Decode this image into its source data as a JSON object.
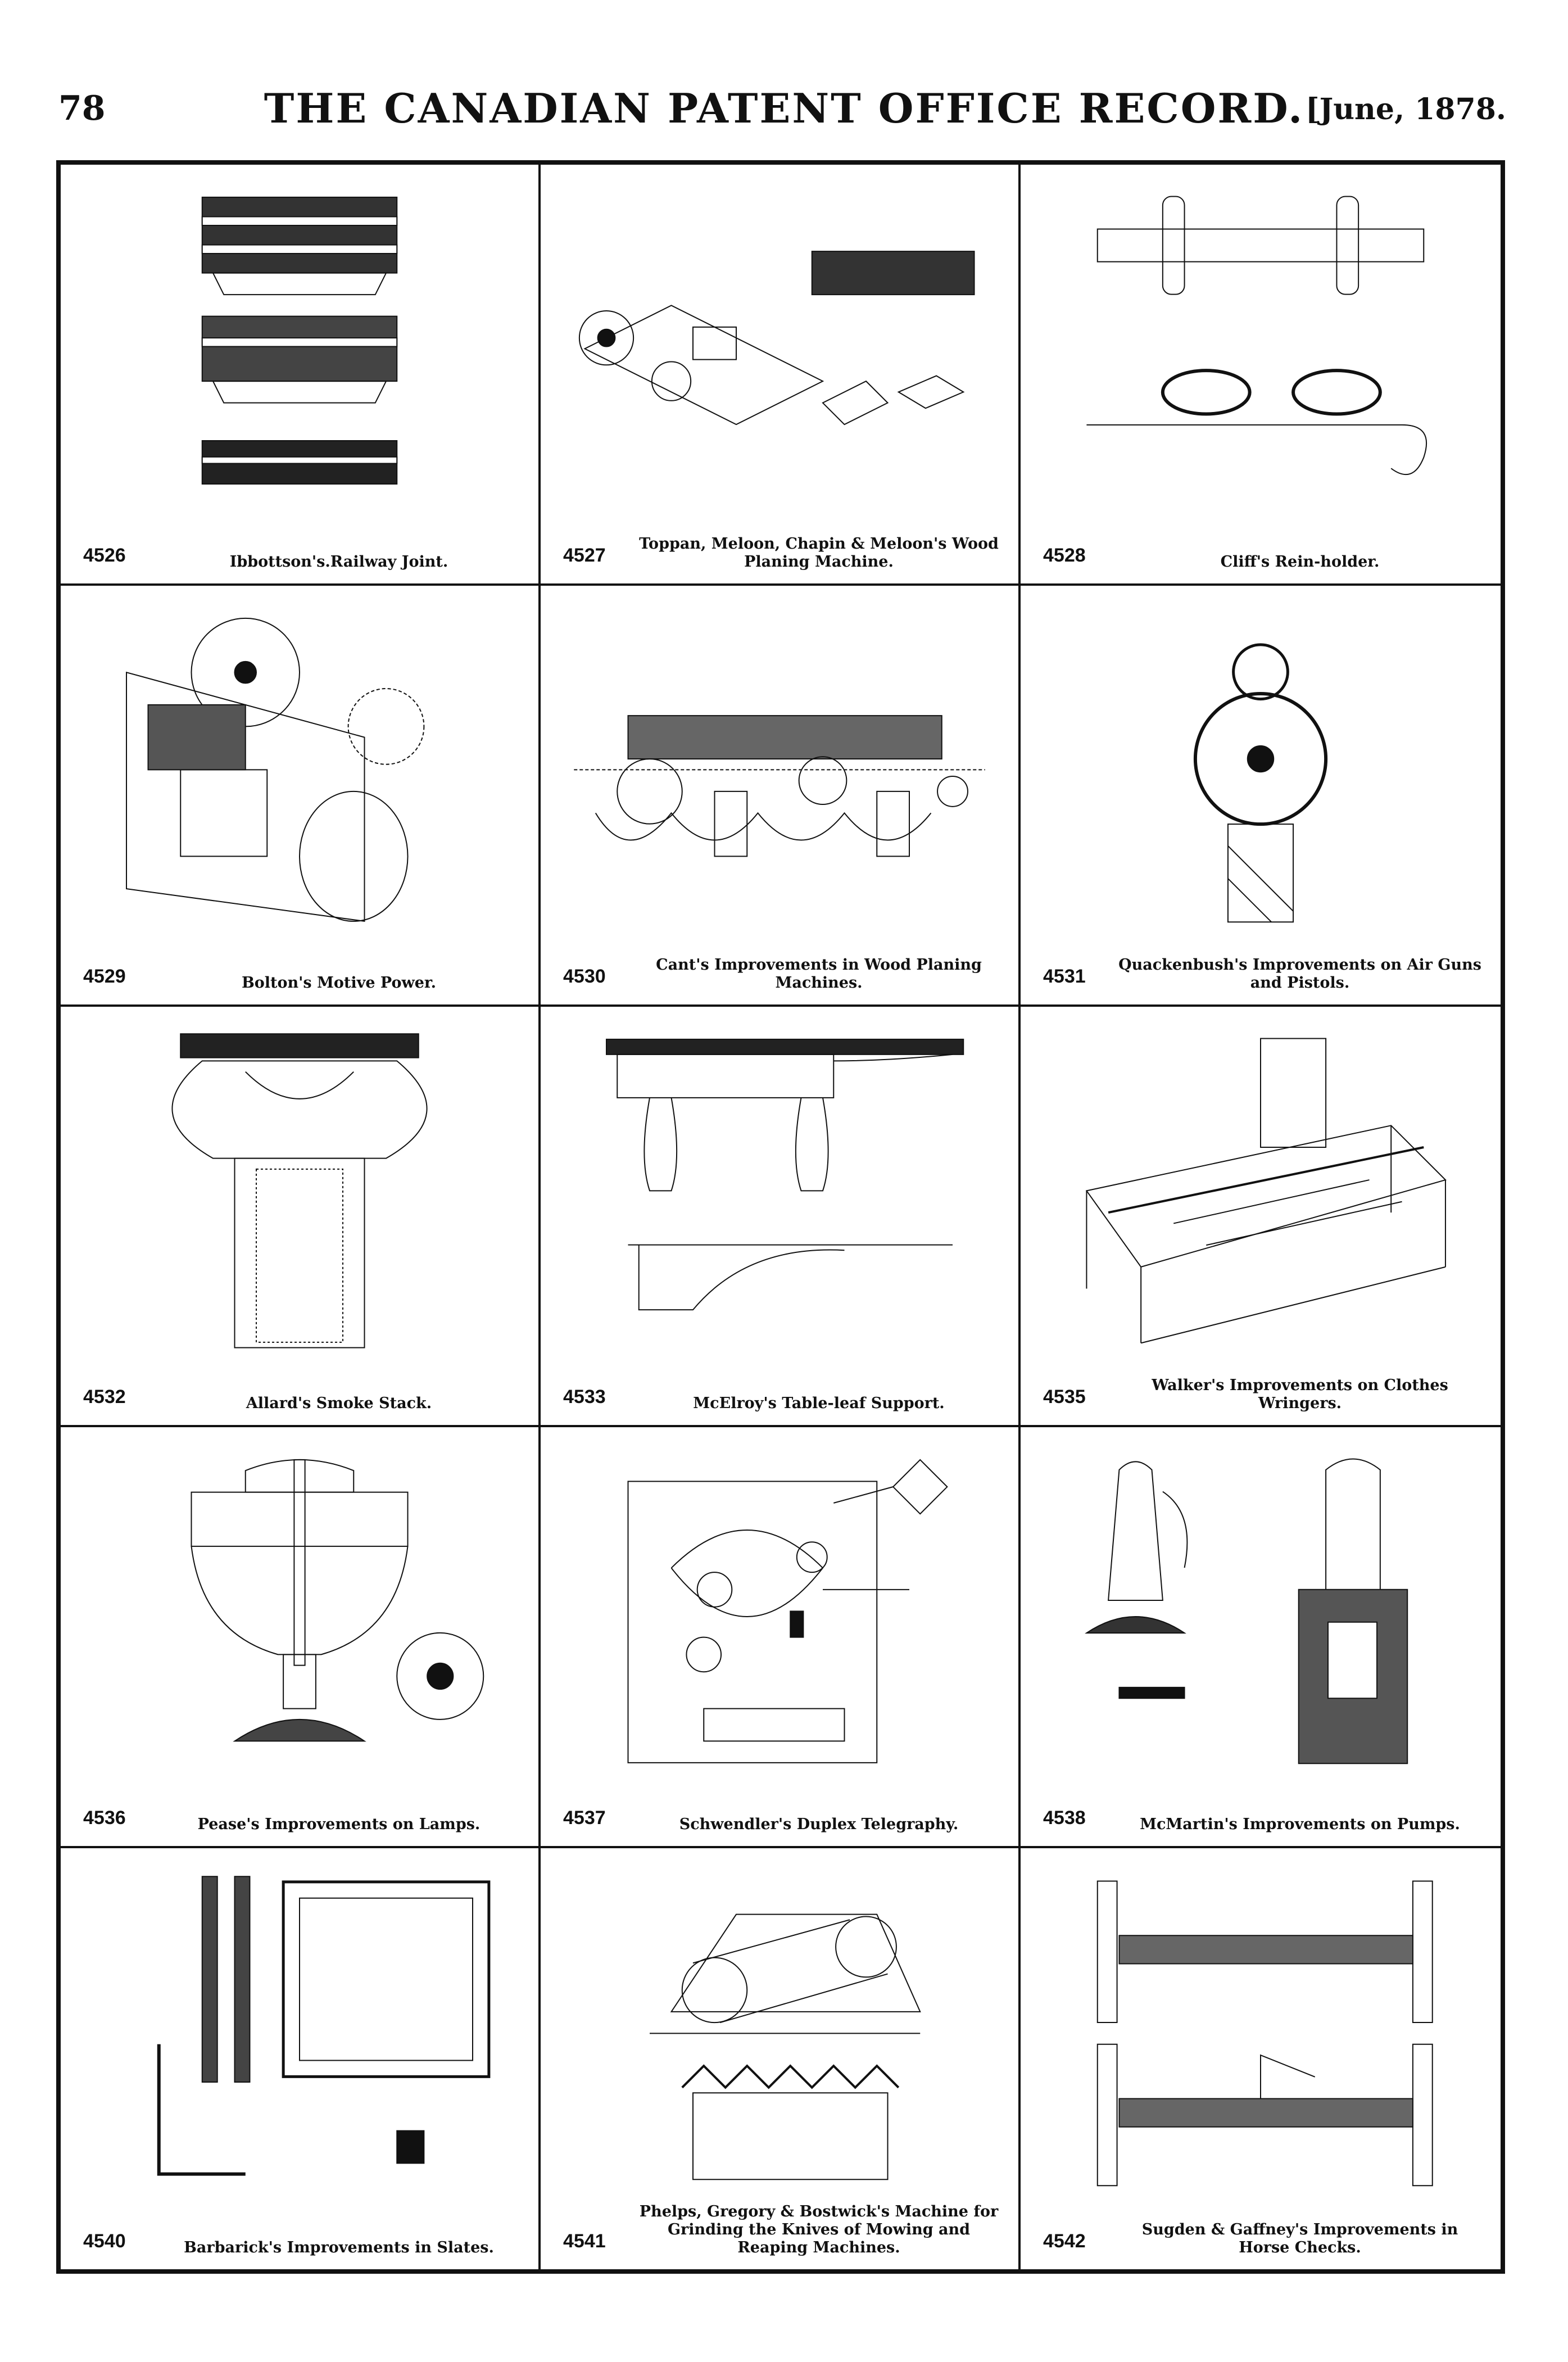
{
  "header": {
    "page_number": "78",
    "title": "THE CANADIAN PATENT OFFICE RECORD.",
    "date": "[June, 1878."
  },
  "patents": [
    {
      "number": "4526",
      "caption": "Ibbottson's.Railway Joint.",
      "icon": "railway-joint-drawing"
    },
    {
      "number": "4527",
      "caption": "Toppan, Meloon, Chapin & Meloon's Wood Planing Machine.",
      "icon": "planing-machine-drawing"
    },
    {
      "number": "4528",
      "caption": "Cliff's Rein-holder.",
      "icon": "rein-holder-drawing"
    },
    {
      "number": "4529",
      "caption": "Bolton's Motive Power.",
      "icon": "motive-power-drawing"
    },
    {
      "number": "4530",
      "caption": "Cant's Improvements in Wood Planing Machines.",
      "icon": "wood-planing-drawing"
    },
    {
      "number": "4531",
      "caption": "Quackenbush's Improvements on Air Guns and Pistols.",
      "icon": "air-gun-drawing"
    },
    {
      "number": "4532",
      "caption": "Allard's Smoke Stack.",
      "icon": "smoke-stack-drawing"
    },
    {
      "number": "4533",
      "caption": "McElroy's Table-leaf Support.",
      "icon": "table-leaf-drawing"
    },
    {
      "number": "4535",
      "caption": "Walker's Improvements on Clothes Wringers.",
      "icon": "clothes-wringer-drawing"
    },
    {
      "number": "4536",
      "caption": "Pease's Improvements on Lamps.",
      "icon": "lamp-drawing"
    },
    {
      "number": "4537",
      "caption": "Schwendler's Duplex Telegraphy.",
      "icon": "telegraphy-drawing"
    },
    {
      "number": "4538",
      "caption": "McMartin's Improvements on Pumps.",
      "icon": "pump-drawing"
    },
    {
      "number": "4540",
      "caption": "Barbarick's Improvements in Slates.",
      "icon": "slate-drawing"
    },
    {
      "number": "4541",
      "caption": "Phelps, Gregory & Bostwick's Machine for Grinding the Knives of Mowing and Reaping Machines.",
      "icon": "knife-grinder-drawing"
    },
    {
      "number": "4542",
      "caption": "Sugden & Gaffney's Improvements in Horse Checks.",
      "icon": "horse-check-drawing"
    }
  ]
}
